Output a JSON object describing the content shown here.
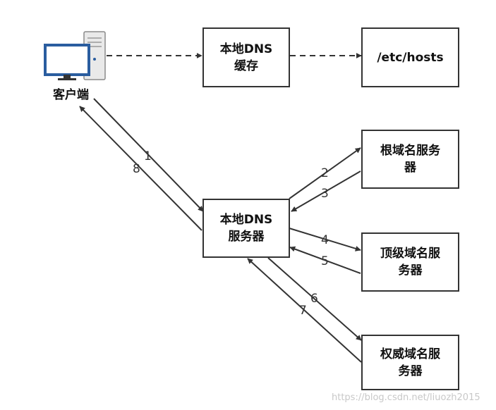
{
  "client": {
    "label": "客户端",
    "icon": "desktop-computer-icon"
  },
  "nodes": {
    "dns_cache": "本地DNS\n缓存",
    "hosts": "/etc/hosts",
    "local_dns": "本地DNS\n服务器",
    "root": "根域名服务\n器",
    "tld": "顶级域名服\n务器",
    "authoritative": "权威域名服\n务器"
  },
  "steps": [
    "1",
    "2",
    "3",
    "4",
    "5",
    "6",
    "7",
    "8"
  ],
  "watermark": "https://blog.csdn.net/liuozh2015",
  "colors": {
    "line": "#333333",
    "dashed": "#333333",
    "monitor": "#2a5d9f"
  }
}
